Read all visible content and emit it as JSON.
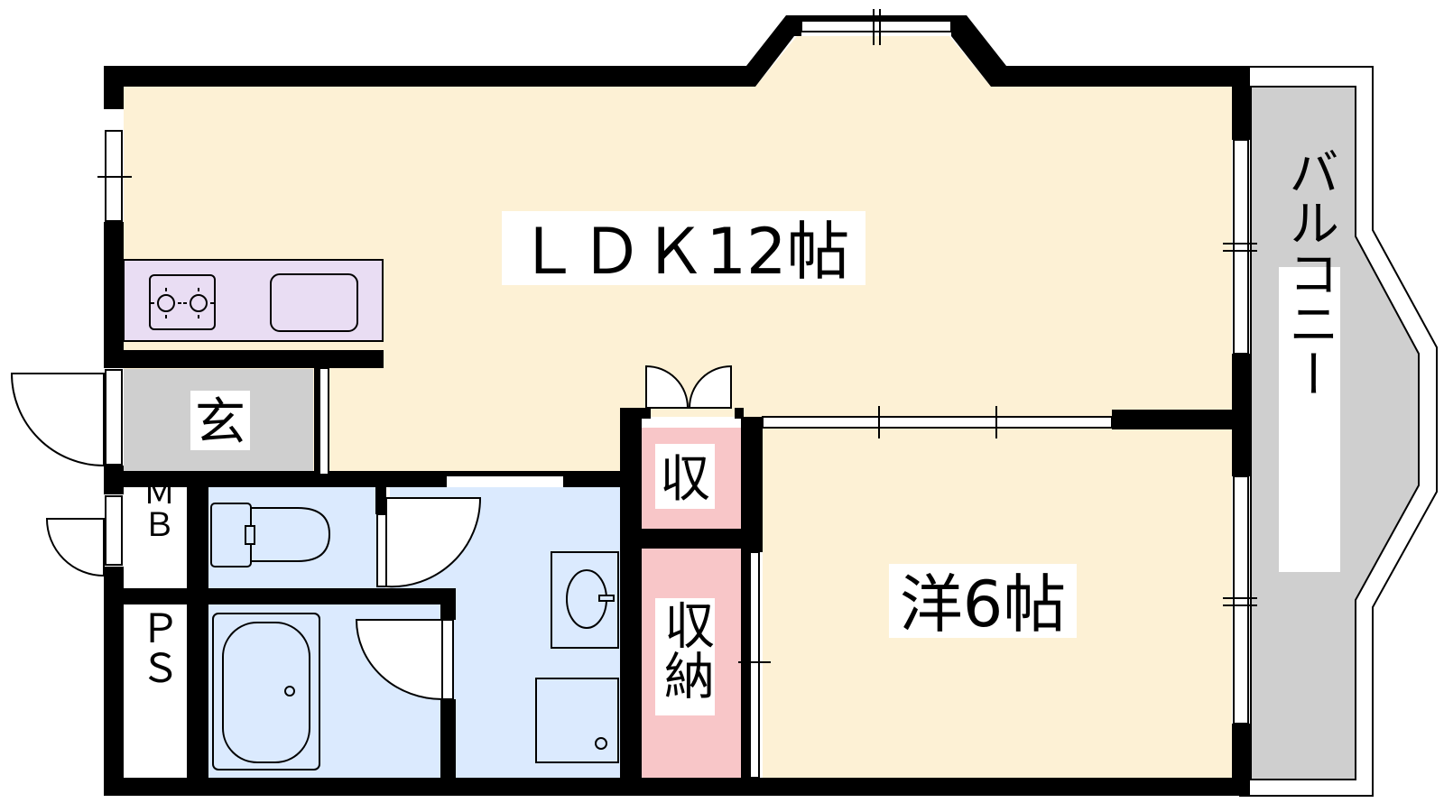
{
  "floor_plan": {
    "rooms": {
      "ldk": {
        "label": "ＬＤＫ12帖"
      },
      "western": {
        "label": "洋6帖"
      },
      "entrance": {
        "label": "玄"
      },
      "storage_small": {
        "label": "収"
      },
      "storage_tall": {
        "label": "収納"
      },
      "mb": {
        "label": "ＭＢ"
      },
      "ps": {
        "label": "ＰＳ"
      },
      "balcony": {
        "label": "バルコニー"
      }
    },
    "colors": {
      "ldk": "#fdf1d5",
      "western": "#fdf1d5",
      "wet_area": "#dbeafe",
      "storage": "#f8c6c8",
      "entrance": "#cfcfcf",
      "balcony": "#cfcfcf",
      "kitchen": "#e9ddf3",
      "wall": "#000000"
    }
  }
}
